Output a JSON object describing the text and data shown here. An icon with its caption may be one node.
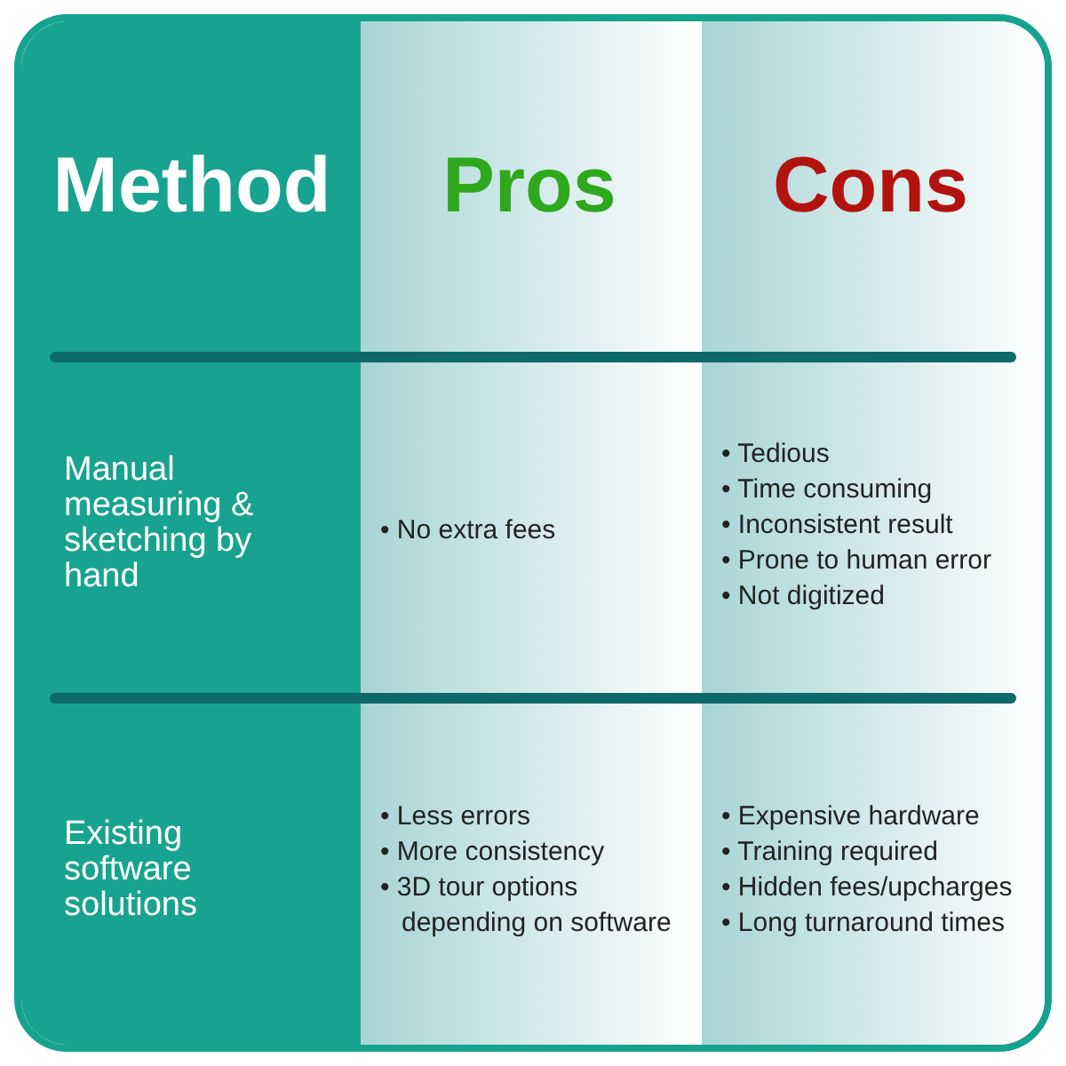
{
  "diagram": {
    "labels": [
      "Method",
      "Pros",
      "Cons",
      "Manual measuring & sketching by hand",
      "• No extra fees",
      "• Tedious",
      "• Time consuming",
      "• Inconsistent result",
      "• Prone to human error",
      "• Not digitized",
      "Existing software solutions",
      "• Less errors",
      "• More consistency",
      "• 3D tour options depending on software",
      "• Expensive hardware",
      "• Training required",
      "• Hidden fees/upcharges",
      "• Long turnaround times"
    ]
  }
}
